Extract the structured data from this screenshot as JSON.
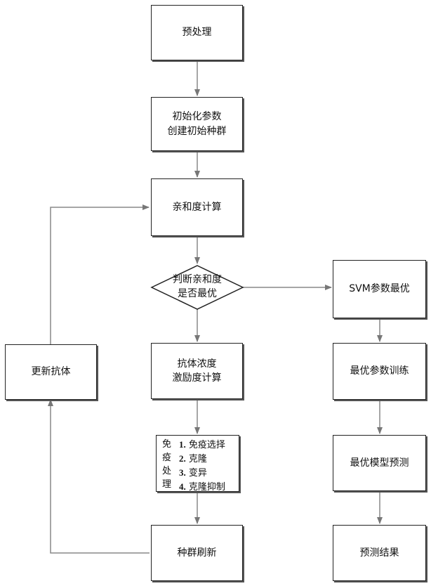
{
  "nodes": {
    "preprocess": "预处理",
    "init_params": [
      "初始化参数",
      "创建初始种群"
    ],
    "affinity_calc": "亲和度计算",
    "decision": [
      "判断亲和度",
      "是否最优"
    ],
    "antibody_calc": [
      "抗体浓度",
      "激励度计算"
    ],
    "immune_title": [
      "免",
      "疫",
      "处",
      "理"
    ],
    "immune_steps": [
      {
        "num": "1.",
        "text": "免疫选择"
      },
      {
        "num": "2.",
        "text": "克隆"
      },
      {
        "num": "3.",
        "text": "变异"
      },
      {
        "num": "4.",
        "text": "克隆抑制"
      }
    ],
    "population_refresh": "种群刷新",
    "update_antibody": "更新抗体",
    "svm_opt": "SVM参数最优",
    "optimal_training": "最优参数训练",
    "optimal_prediction": "最优模型预测",
    "prediction_result": "预测结果"
  }
}
